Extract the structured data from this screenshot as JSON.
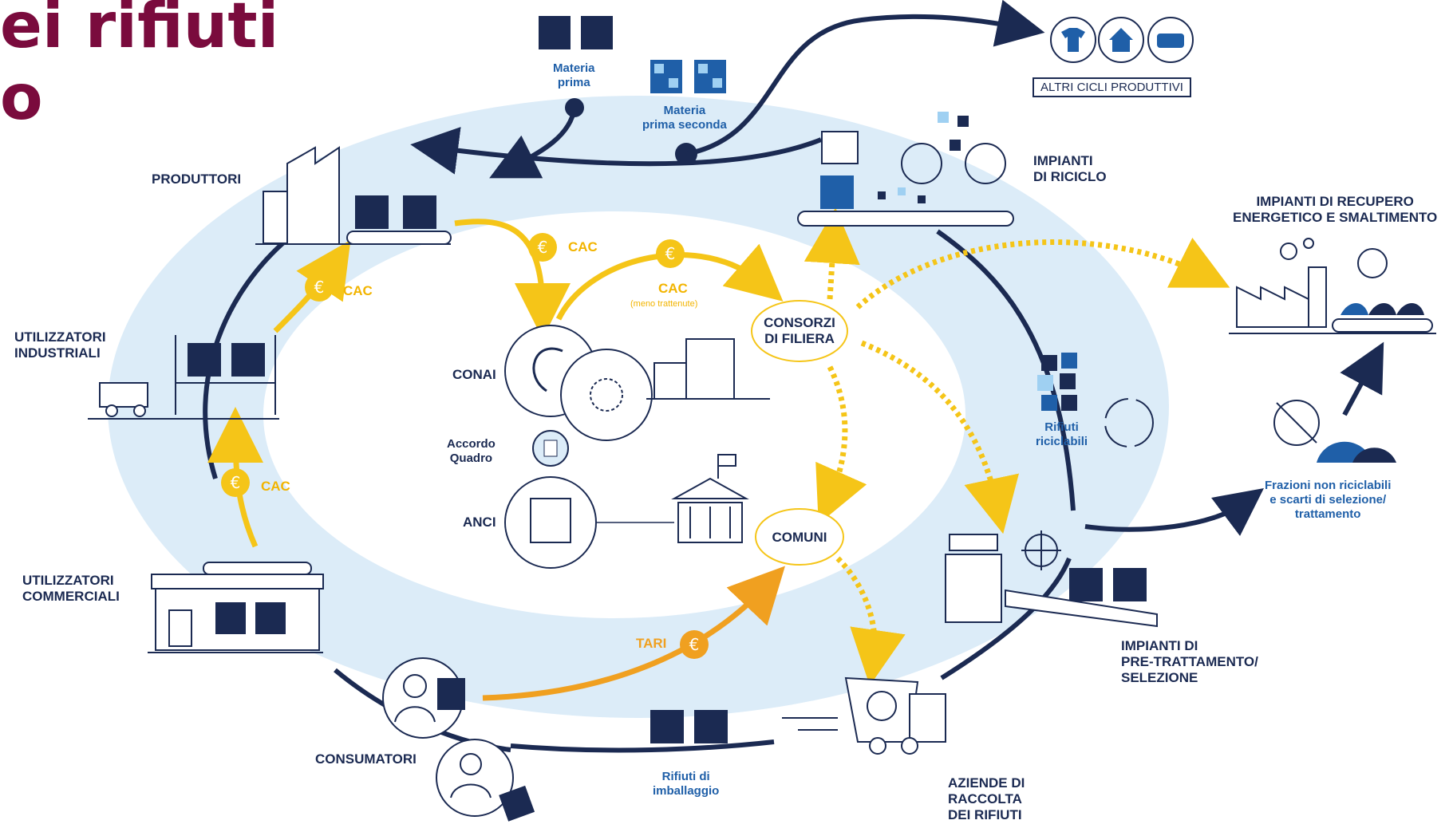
{
  "title": "ei rifiuti\no",
  "nodes": {
    "produttori": "PRODUTTORI",
    "utilizzatori_industriali": "UTILIZZATORI\nINDUSTRIALI",
    "utilizzatori_commerciali": "UTILIZZATORI\nCOMMERCIALI",
    "consumatori": "CONSUMATORI",
    "aziende_raccolta": "AZIENDE DI\nRACCOLTA\nDEI RIFIUTI",
    "impianti_pretrattamento": "IMPIANTI DI\nPRE-TRATTAMENTO/\nSELEZIONE",
    "impianti_riciclo": "IMPIANTI\nDI RICICLO",
    "impianti_recupero": "IMPIANTI DI RECUPERO\nENERGETICO E SMALTIMENTO",
    "altri_cicli": "ALTRI CICLI PRODUTTIVI",
    "conai": "CONAI",
    "anci": "ANCI",
    "accordo_quadro": "Accordo\nQuadro",
    "consorzi": "CONSORZI\nDI FILIERA",
    "comuni": "COMUNI"
  },
  "materials": {
    "materia_prima": "Materia\nprima",
    "materia_prima_seconda": "Materia\nprima seconda",
    "rifiuti_riciclabili": "Rifiuti\nriciclabili",
    "rifiuti_imballaggio": "Rifiuti di\nimballaggio",
    "frazioni_non_riciclabili": "Frazioni non riciclabili\ne scarti di selezione/\ntrattamento"
  },
  "flows": {
    "cac": "CAC",
    "meno_trattenute": "(meno trattenute)",
    "tari": "TARI",
    "euro": "€"
  },
  "colors": {
    "navy": "#1b2a52",
    "light_blue": "#dcecf8",
    "mid_blue": "#1f5fa8",
    "yellow": "#f5c518",
    "orange": "#f0a020",
    "title": "#7a0b3d"
  },
  "icons": [
    "factory-icon",
    "truck-forklift-icon",
    "shop-icon",
    "consumer-icon",
    "garbage-truck-icon",
    "sorting-plant-icon",
    "recycling-plant-icon",
    "incinerator-icon",
    "tshirt-icon",
    "house-icon",
    "car-icon",
    "conai-logo",
    "anci-logo",
    "building-icon",
    "townhall-icon",
    "recycle-icon"
  ]
}
